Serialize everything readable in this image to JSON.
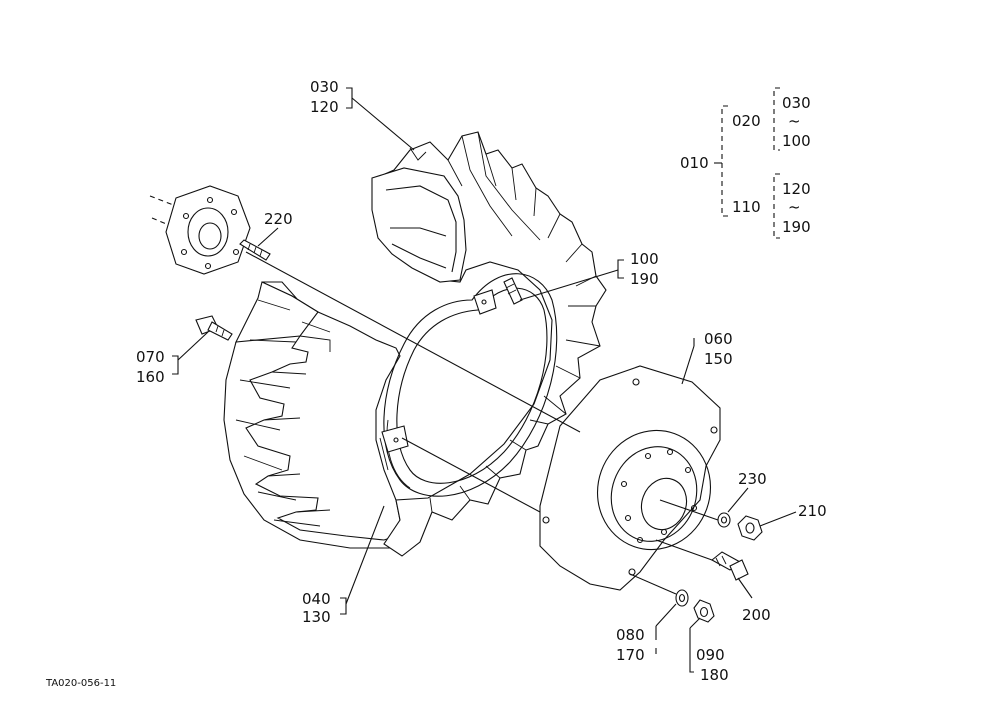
{
  "drawing_code": "TA020-056-11",
  "callouts": {
    "c030_120": {
      "a": "030",
      "b": "120"
    },
    "c220": {
      "a": "220"
    },
    "c100_190": {
      "a": "100",
      "b": "190"
    },
    "c070_160": {
      "a": "070",
      "b": "160"
    },
    "c060_150": {
      "a": "060",
      "b": "150"
    },
    "c230": {
      "a": "230"
    },
    "c210": {
      "a": "210"
    },
    "c200": {
      "a": "200"
    },
    "c040_130": {
      "a": "040",
      "b": "130"
    },
    "c080_170": {
      "a": "080",
      "b": "170"
    },
    "c090_180": {
      "a": "090",
      "b": "180"
    }
  },
  "assembly_tree": {
    "root": "010",
    "group_a": {
      "label": "020",
      "from": "030",
      "tilde": "~",
      "to": "100"
    },
    "group_b": {
      "label": "110",
      "from": "120",
      "tilde": "~",
      "to": "190"
    }
  }
}
